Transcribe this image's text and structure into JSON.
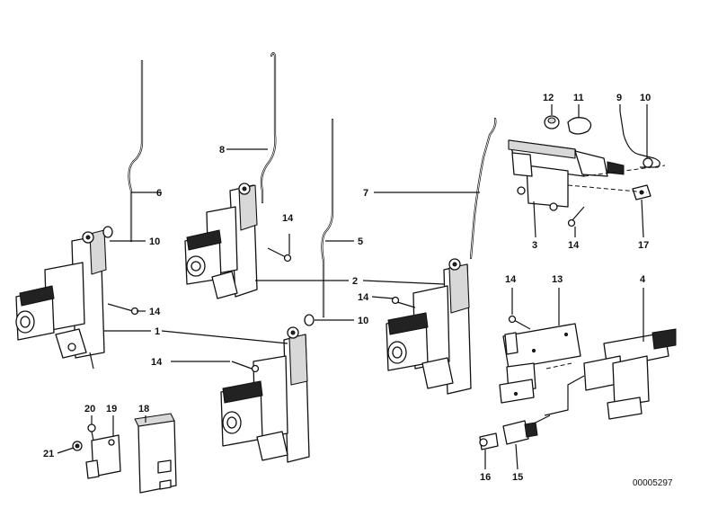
{
  "diagram": {
    "callouts": [
      "1",
      "2",
      "3",
      "4",
      "5",
      "6",
      "7",
      "8",
      "9",
      "10",
      "11",
      "12",
      "13",
      "14",
      "15",
      "16",
      "17",
      "18",
      "19",
      "20",
      "21"
    ],
    "drawing_number": "00005297"
  }
}
